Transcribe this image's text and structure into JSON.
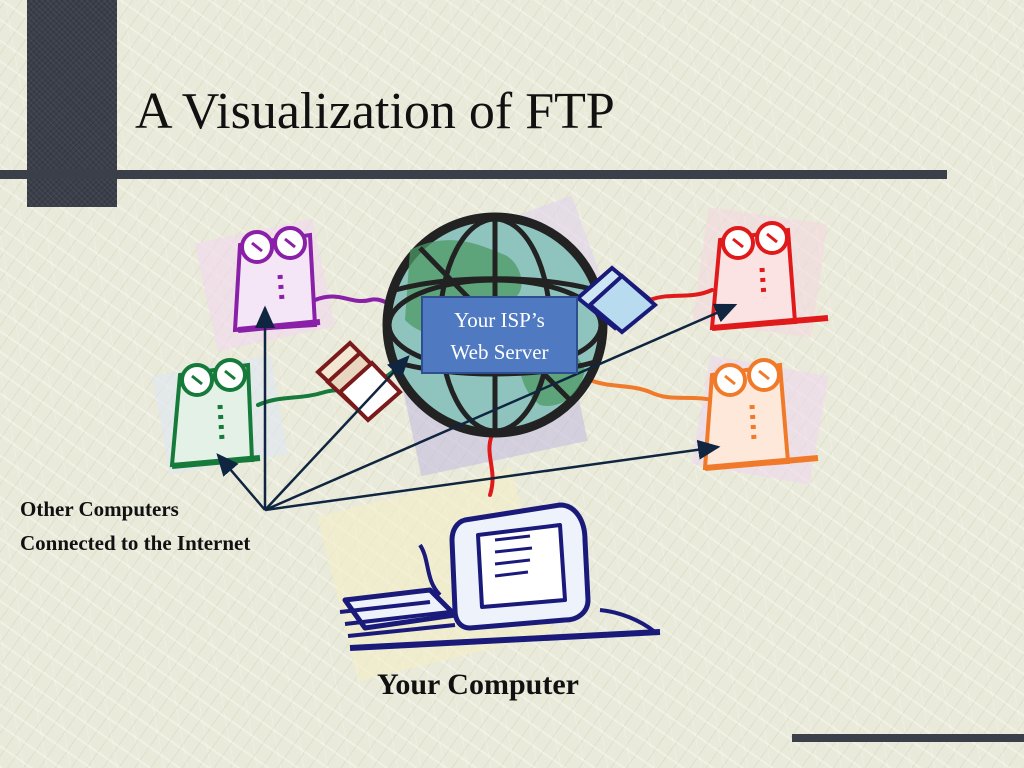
{
  "slide": {
    "title": "A Visualization of FTP"
  },
  "server": {
    "label_line1": "Your ISP’s",
    "label_line2": "Web Server"
  },
  "others": {
    "label_line1": "Other Computers",
    "label_line2": "Connected to the Internet"
  },
  "computer": {
    "label": "Your Computer"
  },
  "colors": {
    "server_label_bg": "#4f7ac2",
    "arrow": "#0f2540",
    "server_purple": "#8a1fa8",
    "server_green": "#157a3a",
    "server_red": "#e01a1a",
    "server_orange": "#f07a2a",
    "computer_navy": "#1a1a7a",
    "globe": "#2b2b2b"
  },
  "icons": {
    "globe": "globe-icon",
    "computer": "desktop-computer-icon",
    "server": "tape-server-icon",
    "documents": "documents-icon"
  }
}
